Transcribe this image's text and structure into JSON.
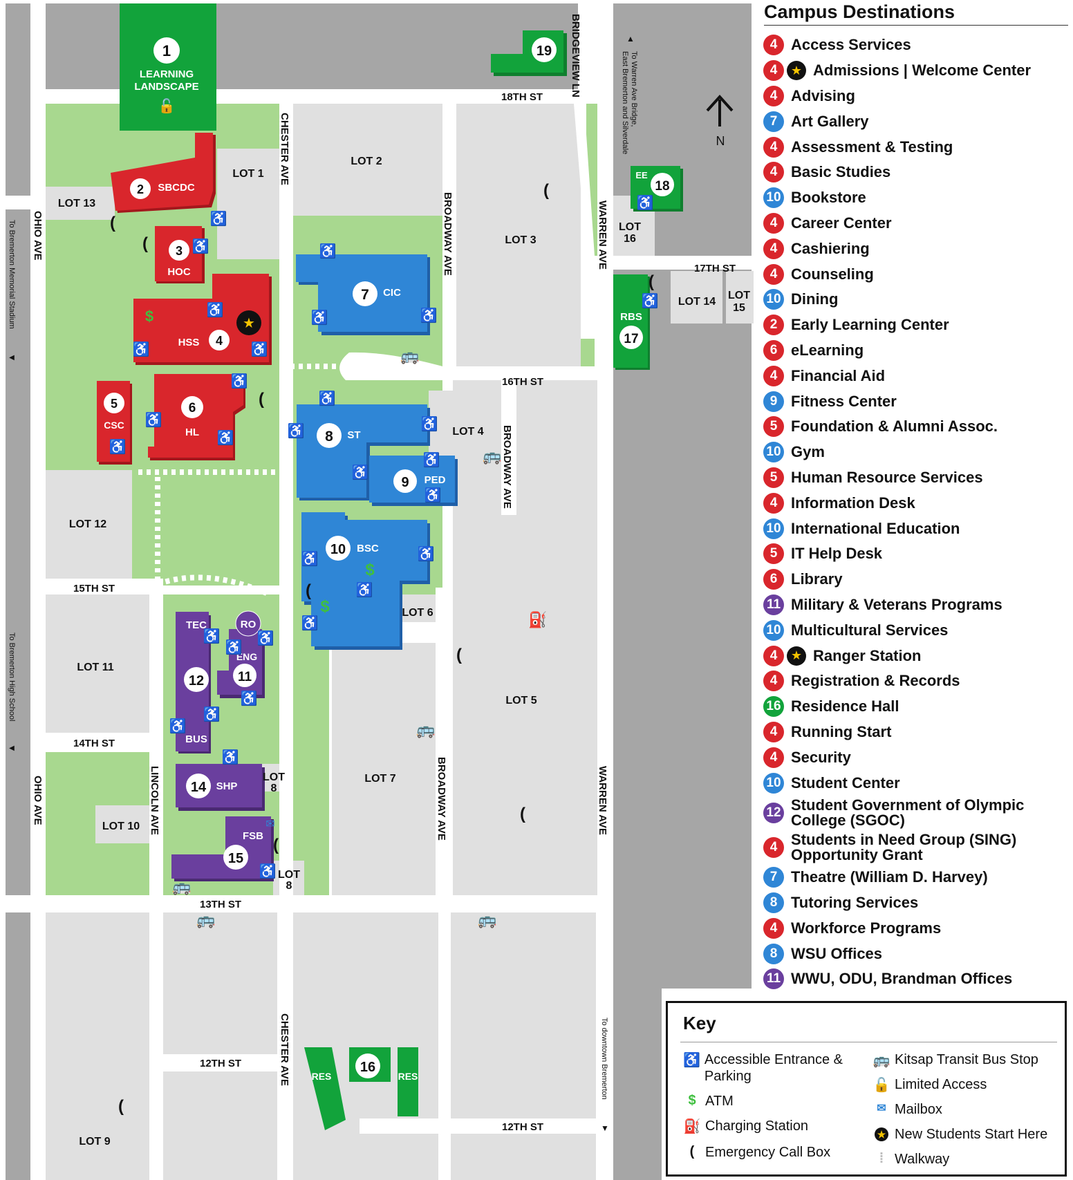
{
  "streets": {
    "ohio_ave": "OHIO AVE",
    "chester_ave": "CHESTER AVE",
    "broadway_ave": "BROADWAY AVE",
    "warren_ave": "WARREN AVE",
    "lincoln_ave": "LINCOLN AVE",
    "bridgeview_ln": "BRIDGEVIEW LN",
    "st_18th": "18TH ST",
    "st_17th": "17TH ST",
    "st_16th": "16TH ST",
    "st_15th": "15TH ST",
    "st_14th": "14TH ST",
    "st_13th": "13TH ST",
    "st_12th": "12TH ST"
  },
  "directions": {
    "memorial_stadium": "To Bremerton Memorial Stadium",
    "high_school": "To Bremerton High School",
    "warren_bridge_line1": "To Warren Ave Bridge,",
    "warren_bridge_line2": "East Bremerton and Silverdale",
    "downtown": "To downtown Bremerton",
    "north": "N"
  },
  "lots": {
    "l1": "LOT 1",
    "l2": "LOT 2",
    "l3": "LOT 3",
    "l4": "LOT 4",
    "l5": "LOT 5",
    "l6": "LOT 6",
    "l7": "LOT 7",
    "l8": "LOT",
    "l8n": "8",
    "l9": "LOT 9",
    "l10": "LOT 10",
    "l11": "LOT 11",
    "l12": "LOT 12",
    "l13": "LOT 13",
    "l14": "LOT 14",
    "l15": "LOT",
    "l15n": "15",
    "l16": "LOT",
    "l16n": "16"
  },
  "buildings": {
    "b1_num": "1",
    "b1_line1": "LEARNING",
    "b1_line2": "LANDSCAPE",
    "b2_num": "2",
    "b2_code": "SBCDC",
    "b3_num": "3",
    "b3_code": "HOC",
    "b4_num": "4",
    "b4_code": "HSS",
    "b5_num": "5",
    "b5_code": "CSC",
    "b6_num": "6",
    "b6_code": "HL",
    "b7_num": "7",
    "b7_code": "CIC",
    "b8_num": "8",
    "b8_code": "ST",
    "b9_num": "9",
    "b9_code": "PED",
    "b10_num": "10",
    "b10_code": "BSC",
    "b11_num": "11",
    "b11_code": "ENG",
    "b12_num": "12",
    "b12_code_top": "TEC",
    "b12_code_bottom": "BUS",
    "ro_code": "RO",
    "b14_num": "14",
    "b14_code": "SHP",
    "b15_num": "15",
    "b15_code": "FSB",
    "b16_num": "16",
    "b16_code": "RES",
    "b17_num": "17",
    "b17_code": "RBS",
    "b18_num": "18",
    "b18_code": "EE",
    "b19_num": "19"
  },
  "colors": {
    "red": "#d9262c",
    "blue": "#2f86d6",
    "green": "#12a33b",
    "purple": "#6a3f9e",
    "lawn": "#a8d88f",
    "road": "#ffffff",
    "lot": "#e0e0e0",
    "offcampus": "#a6a6a6"
  },
  "destinations": {
    "title": "Campus Destinations",
    "items": [
      {
        "num": "4",
        "color": "#d9262c",
        "label": "Access Services"
      },
      {
        "num": "4",
        "color": "#d9262c",
        "label": "Admissions | Welcome Center",
        "star": true
      },
      {
        "num": "4",
        "color": "#d9262c",
        "label": "Advising"
      },
      {
        "num": "7",
        "color": "#2f86d6",
        "label": "Art Gallery"
      },
      {
        "num": "4",
        "color": "#d9262c",
        "label": "Assessment & Testing"
      },
      {
        "num": "4",
        "color": "#d9262c",
        "label": "Basic Studies"
      },
      {
        "num": "10",
        "color": "#2f86d6",
        "label": "Bookstore"
      },
      {
        "num": "4",
        "color": "#d9262c",
        "label": "Career Center"
      },
      {
        "num": "4",
        "color": "#d9262c",
        "label": "Cashiering"
      },
      {
        "num": "4",
        "color": "#d9262c",
        "label": "Counseling"
      },
      {
        "num": "10",
        "color": "#2f86d6",
        "label": "Dining"
      },
      {
        "num": "2",
        "color": "#d9262c",
        "label": "Early Learning Center"
      },
      {
        "num": "6",
        "color": "#d9262c",
        "label": "eLearning"
      },
      {
        "num": "4",
        "color": "#d9262c",
        "label": "Financial Aid"
      },
      {
        "num": "9",
        "color": "#2f86d6",
        "label": "Fitness Center"
      },
      {
        "num": "5",
        "color": "#d9262c",
        "label": "Foundation & Alumni Assoc."
      },
      {
        "num": "10",
        "color": "#2f86d6",
        "label": "Gym"
      },
      {
        "num": "5",
        "color": "#d9262c",
        "label": "Human Resource Services"
      },
      {
        "num": "4",
        "color": "#d9262c",
        "label": "Information Desk"
      },
      {
        "num": "10",
        "color": "#2f86d6",
        "label": "International Education"
      },
      {
        "num": "5",
        "color": "#d9262c",
        "label": "IT Help Desk"
      },
      {
        "num": "6",
        "color": "#d9262c",
        "label": "Library"
      },
      {
        "num": "11",
        "color": "#6a3f9e",
        "label": "Military & Veterans Programs"
      },
      {
        "num": "10",
        "color": "#2f86d6",
        "label": "Multicultural Services"
      },
      {
        "num": "4",
        "color": "#d9262c",
        "label": "Ranger Station",
        "star": true
      },
      {
        "num": "4",
        "color": "#d9262c",
        "label": "Registration & Records"
      },
      {
        "num": "16",
        "color": "#12a33b",
        "label": "Residence Hall"
      },
      {
        "num": "4",
        "color": "#d9262c",
        "label": "Running Start"
      },
      {
        "num": "4",
        "color": "#d9262c",
        "label": "Security"
      },
      {
        "num": "10",
        "color": "#2f86d6",
        "label": "Student Center"
      },
      {
        "num": "12",
        "color": "#6a3f9e",
        "label": "Student Government of Olympic College (SGOC)",
        "tall": true
      },
      {
        "num": "4",
        "color": "#d9262c",
        "label": "Students in Need Group (SING) Opportunity Grant",
        "tall": true
      },
      {
        "num": "7",
        "color": "#2f86d6",
        "label": "Theatre (William D. Harvey)"
      },
      {
        "num": "8",
        "color": "#2f86d6",
        "label": "Tutoring Services"
      },
      {
        "num": "4",
        "color": "#d9262c",
        "label": "Workforce Programs"
      },
      {
        "num": "8",
        "color": "#2f86d6",
        "label": "WSU Offices"
      },
      {
        "num": "11",
        "color": "#6a3f9e",
        "label": "WWU, ODU, Brandman Offices"
      }
    ]
  },
  "key": {
    "title": "Key",
    "accessible": "Accessible Entrance & Parking",
    "atm": "ATM",
    "charging": "Charging Station",
    "callbox": "Emergency Call Box",
    "bus": "Kitsap Transit Bus Stop",
    "limited": "Limited Access",
    "mailbox": "Mailbox",
    "newstudents": "New Students Start Here",
    "walkway": "Walkway"
  }
}
